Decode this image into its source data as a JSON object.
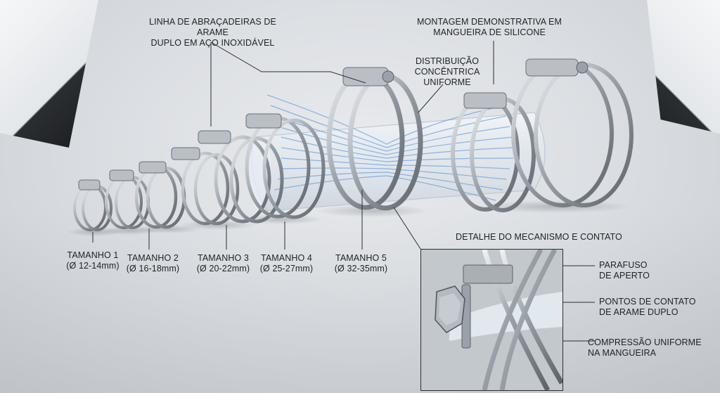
{
  "callouts": {
    "line_title": [
      "LINHA DE ABRAÇADEIRAS DE ARAME",
      "DUPLO EM AÇO INOXIDÁVEL"
    ],
    "demo_title": [
      "MONTAGEM DEMONSTRATIVA EM",
      "MANGUEIRA DE SILICONE"
    ],
    "distribution": [
      "DISTRIBUIÇÃO",
      "CONCÊNTRICA",
      "UNIFORME"
    ],
    "detail_title": "DETALHE DO MECANISMO E CONTATO",
    "screw": [
      "PARAFUSO",
      "DE APERTO"
    ],
    "contact_points": [
      "PONTOS DE CONTATO",
      "DE ARAME DUPLO"
    ],
    "compression": [
      "COMPRESSÃO UNIFORME",
      "NA MANGUEIRA"
    ]
  },
  "sizes": [
    {
      "name": "TAMANHO 1",
      "range": "(Ø 12-14mm)"
    },
    {
      "name": "TAMANHO 2",
      "range": "(Ø 16-18mm)"
    },
    {
      "name": "TAMANHO 3",
      "range": "(Ø 20-22mm)"
    },
    {
      "name": "TAMANHO 4",
      "range": "(Ø 25-27mm)"
    },
    {
      "name": "TAMANHO 5",
      "range": "(Ø 32-35mm)"
    }
  ],
  "colors": {
    "steel": "#9aa1a8",
    "steel_highlight": "#e9edf1",
    "steel_shadow": "#5c6268",
    "force_lines": "#3f86d6",
    "text": "#1f2225"
  }
}
